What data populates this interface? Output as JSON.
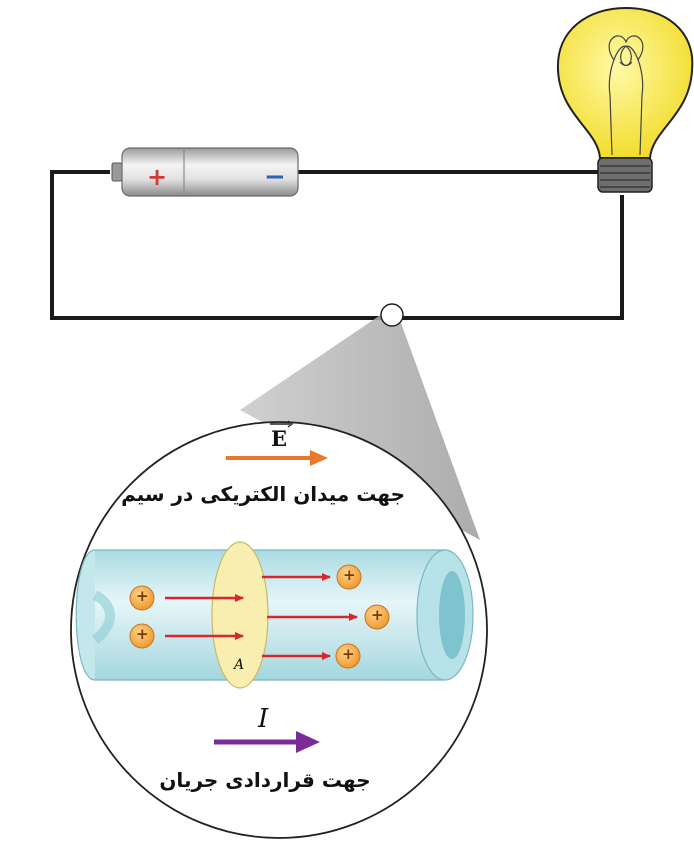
{
  "battery": {
    "positive_sign": "+",
    "negative_sign": "−"
  },
  "field": {
    "symbol": "E",
    "caption": "جهت میدان الکتریکی در سیم"
  },
  "current": {
    "symbol": "I",
    "caption": "جهت قراردادی جریان"
  },
  "cross_section": {
    "label": "A"
  },
  "charge_symbol": "+",
  "colors": {
    "wire": "#1a1a1a",
    "field_arrow": "#e8782a",
    "charge_arrow": "#d9262c",
    "current_arrow": "#7b2b97",
    "tube": "#cdebef",
    "cross_section": "#f7eeb0",
    "charge": "#f4a340",
    "bulb_glass": "#fbe94b"
  }
}
